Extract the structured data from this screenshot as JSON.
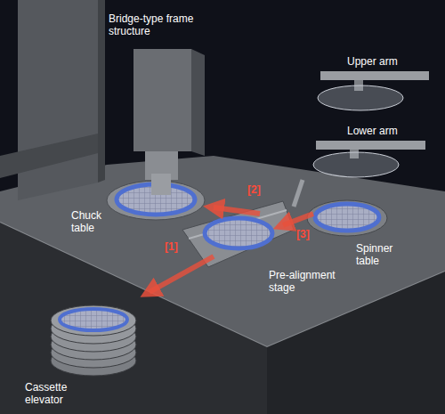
{
  "diagram": {
    "labels": [
      "Bridge-type frame structure",
      "Upper arm",
      "Lower arm",
      "Chuck table",
      "[2]",
      "[1]",
      "[3]",
      "Spinner table",
      "Pre-alignment stage",
      "Cassette elevator"
    ]
  }
}
